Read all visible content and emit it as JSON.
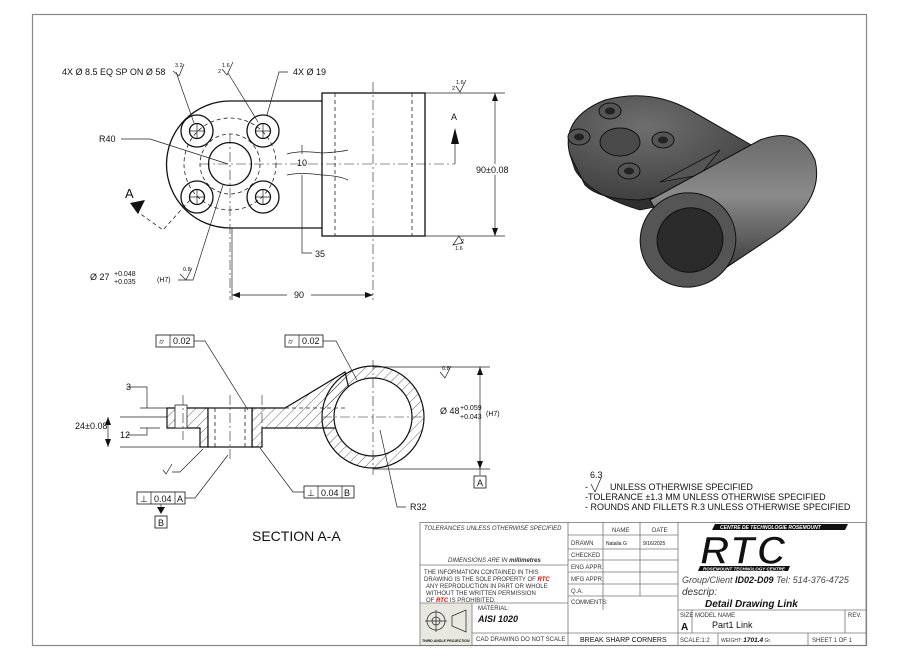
{
  "top_view": {
    "hole_callout": "4X Ø 8.5 EQ SP ON Ø 58",
    "cbore_callout": "4X Ø 19",
    "radius": "R40",
    "slot_width": "10",
    "slot_offset": "35",
    "length": "90",
    "height": "90±0.08",
    "bore_main": "Ø 27",
    "bore_tol_upper": "+0.048",
    "bore_tol_lower": "+0.035",
    "bore_fit": "(H7)",
    "section_letter": "A",
    "finish_1_6": "1.6",
    "finish_2": "2",
    "finish_0_8": "0.8",
    "finish_3_2": "3.2"
  },
  "section_view": {
    "title": "SECTION A-A",
    "flatness_1": "0.02",
    "flatness_2": "0.02",
    "dim_3": "3",
    "dim_12": "12",
    "dim_24": "24±0.08",
    "bore_main": "Ø 48",
    "bore_tol_upper": "+0.059",
    "bore_tol_lower": "+0.043",
    "bore_fit": "(H7)",
    "radius": "R32",
    "perp_1_tol": "0.04",
    "perp_1_datum": "A",
    "perp_2_tol": "0.04",
    "perp_2_datum": "B",
    "datum_a": "A",
    "datum_b": "B",
    "finish_0_8": "0.8"
  },
  "notes": {
    "finish_value": "6.3",
    "line1": "UNLESS OTHERWISE SPECIFIED",
    "line2": "-TOLERANCE ±1.3 MM UNLESS OTHERWISE SPECIFIED",
    "line3": "- ROUNDS AND FILLETS R.3 UNLESS OTHERWISE SPECIFIED"
  },
  "title_block": {
    "tolerances": "TOLERANCES UNLESS OTHERWISE SPECIFIED",
    "dimensions_prefix": "DIMENSIONS ARE IN",
    "dimensions_unit": "millimetres",
    "property_line1": "THE INFORMATION CONTAINED IN THIS",
    "property_line2": "DRAWING IS THE SOLE PROPERTY OF",
    "property_line3": "ANY REPRODUCTION IN PART OR WHOLE",
    "property_line4": "WITHOUT THE WRITTEN PERMISSION",
    "property_line5_pre": "OF",
    "property_line5_post": "IS PROHIBITED.",
    "rtc": "RTC",
    "projection": "THIRD ANGLE PROJECTION",
    "material_label": "MATERIAL:",
    "material": "AISI 1020",
    "cad_note": "CAD DRAWING DO NOT SCALE",
    "name_header": "NAME",
    "date_header": "DATE",
    "rows": [
      {
        "label": "DRAWN",
        "name": "Natalia G",
        "date": "9/16/2025"
      },
      {
        "label": "CHECKED",
        "name": "",
        "date": ""
      },
      {
        "label": "ENG APPR.",
        "name": "",
        "date": ""
      },
      {
        "label": "MFG APPR.",
        "name": "",
        "date": ""
      },
      {
        "label": "Q.A.",
        "name": "",
        "date": ""
      }
    ],
    "comments": "COMMENTS:",
    "break_corners": "BREAK SHARP CORNERS",
    "logo_top": "CENTRE DE TECHNOLOGIE ROSEMOUNT",
    "logo_main": "RTC",
    "logo_bottom": "ROSEMOUNT TECHNOLOGY CENTRE",
    "group_prefix": "Group/Client",
    "group_id": "ID02-D09",
    "tel": "Tel: 514-376-4725",
    "descrip_label": "descrip:",
    "descrip": "Detail Drawing Link",
    "size_label": "SIZE",
    "size": "A",
    "model_label": "MODEL NAME",
    "model": "Part1 Link",
    "rev_label": "REV.",
    "scale": "SCALE:1:2",
    "weight_label": "WEIGHT:",
    "weight": "1701.4",
    "weight_unit": "Gr.",
    "sheet": "SHEET 1   OF 1"
  }
}
